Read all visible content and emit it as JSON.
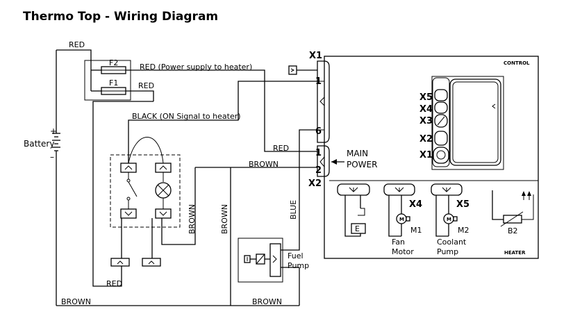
{
  "title": "Thermo Top - Wiring Diagram",
  "labels": {
    "red_top": "RED",
    "red_power": "RED (Power supply to heater)",
    "red_fuse": "RED",
    "red_x2": "RED",
    "red_bottom": "RED",
    "black_signal": "BLACK (ON Signal to heater)",
    "brown_x2": "BROWN",
    "brown_vert_left": "BROWN",
    "brown_vert_mid": "BROWN",
    "brown_bottom_left": "BROWN",
    "brown_bottom_right": "BROWN",
    "blue": "BLUE",
    "battery": "Battery",
    "battery_plus": "+",
    "battery_minus": "–",
    "fuse_f2": "F2",
    "fuse_f1": "F1",
    "x1": "X1",
    "x2": "X2",
    "pin_1_x1": "1",
    "pin_6": "6",
    "pin_1_x2": "1",
    "pin_2_x2": "2",
    "main_power_1": "MAIN",
    "main_power_2": "POWER",
    "control": "CONTROL",
    "heater": "HEATER",
    "fuel_pump_1": "Fuel",
    "fuel_pump_2": "Pump",
    "fan_motor_1": "Fan",
    "fan_motor_2": "Motor",
    "coolant_pump_1": "Coolant",
    "coolant_pump_2": "Pump",
    "m1": "M1",
    "m2": "M2",
    "b2": "B2",
    "e": "E",
    "x4_conn": "X4",
    "x5_conn": "X5",
    "cb_x5": "X5",
    "cb_x4": "X4",
    "cb_x3": "X3",
    "cb_x2": "X2",
    "cb_x1": "X1"
  }
}
